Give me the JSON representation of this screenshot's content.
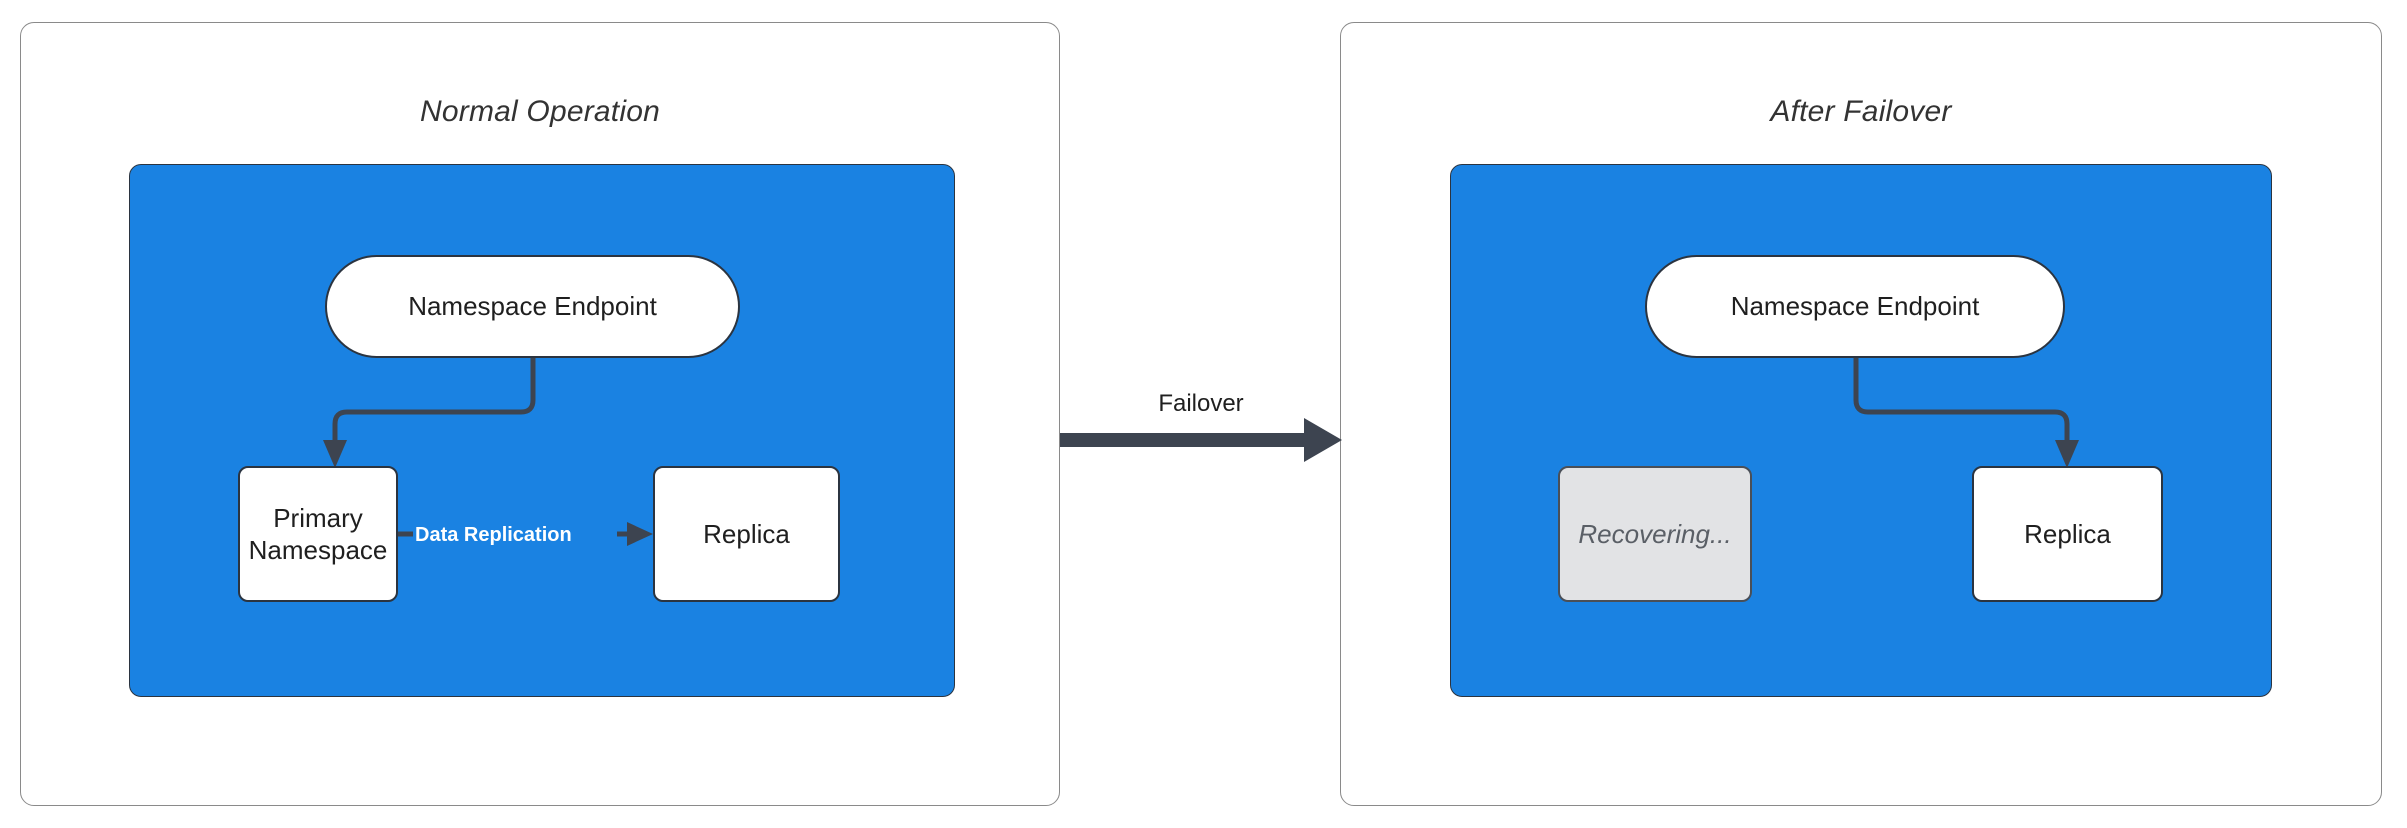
{
  "diagram": {
    "title_left": "Normal Operation",
    "title_right": "After Failover",
    "transition_label": "Failover"
  },
  "panels": {
    "left": {
      "title": "Normal Operation",
      "nodes": {
        "endpoint": "Namespace Endpoint",
        "primary": "Primary\nNamespace",
        "primary_line1": "Primary",
        "primary_line2": "Namespace",
        "replica": "Replica"
      },
      "edges": {
        "endpoint_to_primary": "",
        "replication": "Data Replication"
      }
    },
    "right": {
      "title": "After Failover",
      "nodes": {
        "endpoint": "Namespace Endpoint",
        "recovering": "Recovering...",
        "replica": "Replica"
      },
      "edges": {
        "endpoint_to_replica": ""
      }
    }
  },
  "colors": {
    "cluster_blue": "#1a82e2",
    "node_white": "#ffffff",
    "node_muted_gray": "#e2e3e5",
    "stroke_dark": "#3d4450",
    "panel_border": "#8a8a8a",
    "label_white": "#ffffff",
    "text_dark": "#1f1f1f",
    "text_muted": "#5a5f66"
  }
}
